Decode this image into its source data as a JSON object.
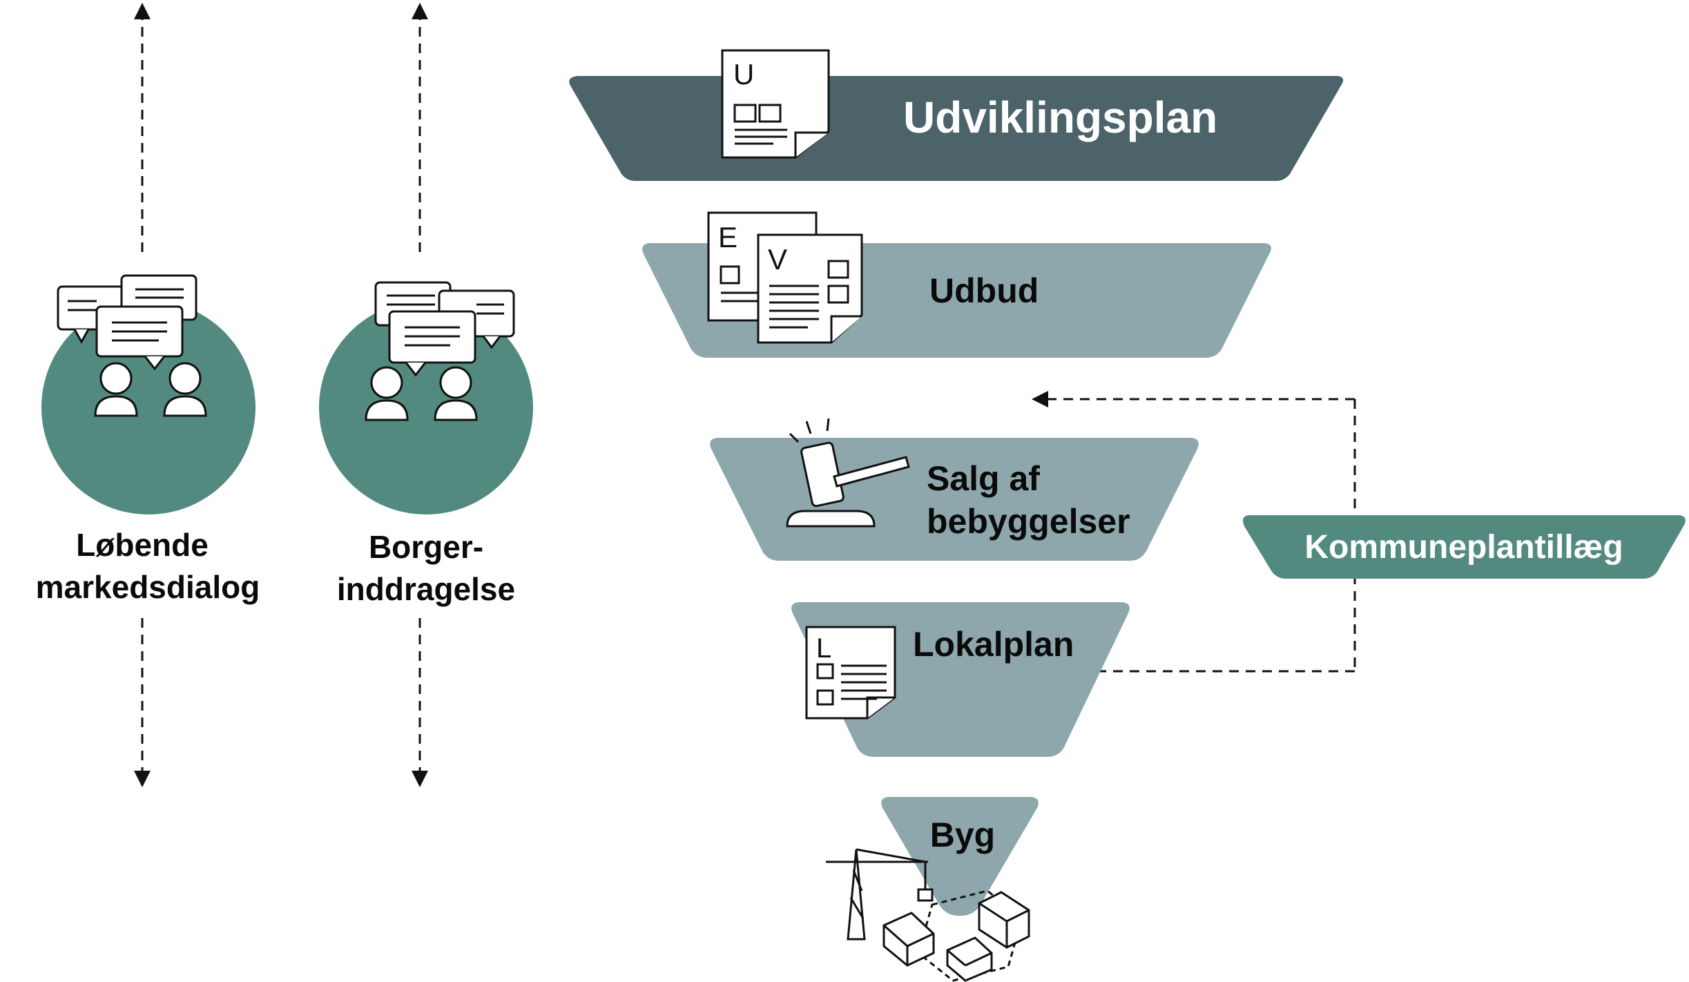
{
  "stages": [
    {
      "label": "Udviklingsplan",
      "doc_letter": "U"
    },
    {
      "label": "Udbud",
      "doc_letters": [
        "E",
        "V"
      ]
    },
    {
      "label_lines": [
        "Salg af",
        "bebyggelser"
      ]
    },
    {
      "label": "Lokalplan",
      "doc_letter": "L"
    },
    {
      "label": "Byg"
    }
  ],
  "side_tag": {
    "label": "Kommuneplantillæg"
  },
  "dialog_columns": [
    {
      "label_lines": [
        "Løbende",
        "markedsdialog"
      ]
    },
    {
      "label_lines": [
        "Borger-",
        "inddragelse"
      ]
    }
  ],
  "colors": {
    "dark_band": "#4c6469",
    "light_band": "#8ea7ac",
    "green": "#528a7f",
    "text_dark": "#0a0a0a",
    "text_light": "#ffffff"
  }
}
